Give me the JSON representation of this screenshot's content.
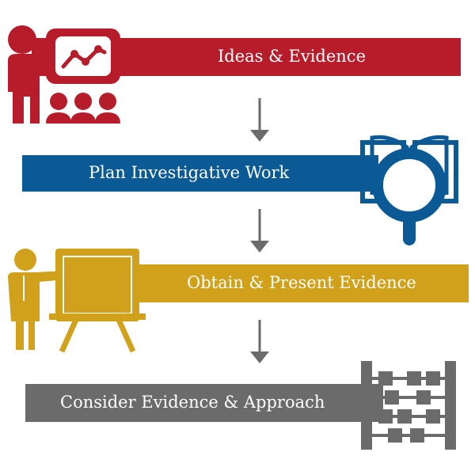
{
  "steps": [
    {
      "label": "Ideas & Evidence",
      "color": "#b71c2b",
      "icon": "presentation-chart-icon"
    },
    {
      "label": "Plan Investigative Work",
      "color": "#0b5a95",
      "icon": "book-magnifier-icon"
    },
    {
      "label": "Obtain & Present Evidence",
      "color": "#d1a11b",
      "icon": "presenter-easel-icon"
    },
    {
      "label": "Consider Evidence & Approach",
      "color": "#6b6b6b",
      "icon": "abacus-icon"
    }
  ],
  "arrow_color": "#6b6b6b"
}
